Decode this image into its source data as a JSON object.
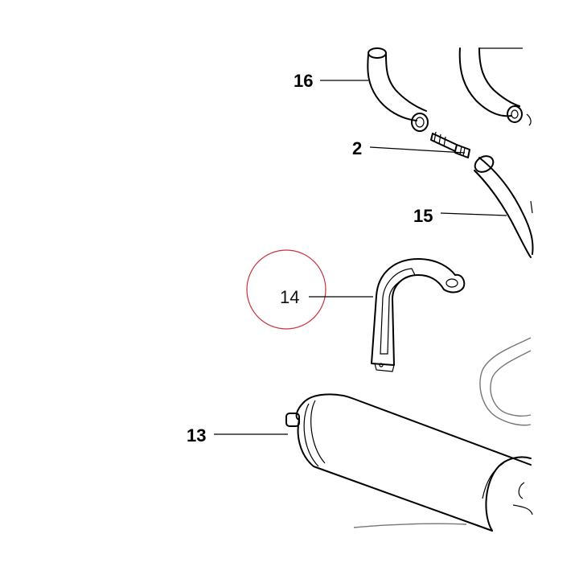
{
  "callouts": {
    "c16": "16",
    "c2": "2",
    "c15": "15",
    "c14": "14",
    "c13": "13"
  },
  "highlight": {
    "target": "14",
    "color": "#c8323c"
  }
}
